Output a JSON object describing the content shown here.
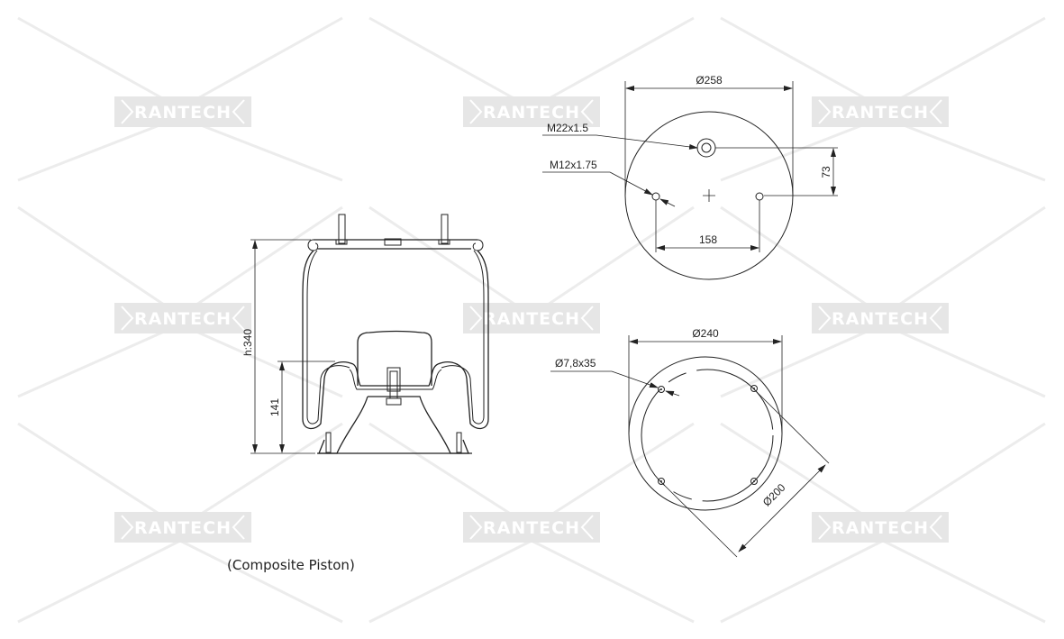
{
  "watermark": {
    "text": "RANTECH",
    "color": "#e6e6e6"
  },
  "side_view": {
    "height_label": "h:340",
    "piston_height_label": "141",
    "caption": "(Composite Piston)"
  },
  "top_view": {
    "diameter_label": "Ø258",
    "center_thread_label": "M22x1.5",
    "stud_thread_label": "M12x1.75",
    "stud_spacing_label": "158",
    "offset_label": "73"
  },
  "bottom_view": {
    "diameter_label": "Ø240",
    "hole_label": "Ø7,8x35",
    "bolt_circle_label": "Ø200"
  }
}
